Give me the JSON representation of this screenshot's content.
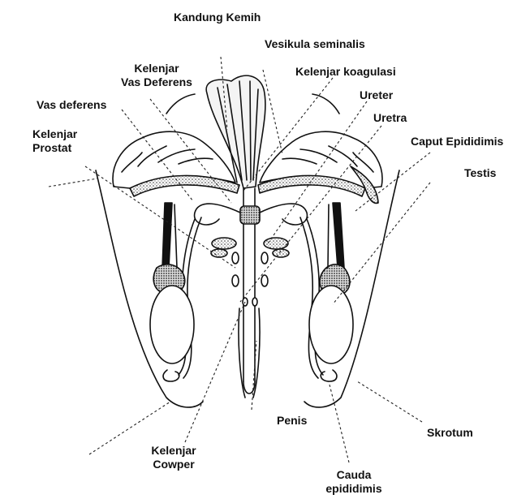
{
  "labels": {
    "kandung_kemih": "Kandung Kemih",
    "vesikula_seminalis": "Vesikula seminalis",
    "kelenjar_vas_deferens_1": "Kelenjar",
    "kelenjar_vas_deferens_2": "Vas Deferens",
    "kelenjar_koagulasi": "Kelenjar koagulasi",
    "vas_deferens": "Vas deferens",
    "ureter": "Ureter",
    "uretra": "Uretra",
    "kelenjar_prostat_1": "Kelenjar",
    "kelenjar_prostat_2": "Prostat",
    "caput_epididimis": "Caput Epididimis",
    "testis": "Testis",
    "penis": "Penis",
    "skrotum": "Skrotum",
    "kelenjar_cowper_1": "Kelenjar",
    "kelenjar_cowper_2": "Cowper",
    "cauda_epididimis_1": "Cauda",
    "cauda_epididimis_2": "epididimis"
  },
  "colors": {
    "ink": "#111111",
    "background": "#ffffff"
  }
}
